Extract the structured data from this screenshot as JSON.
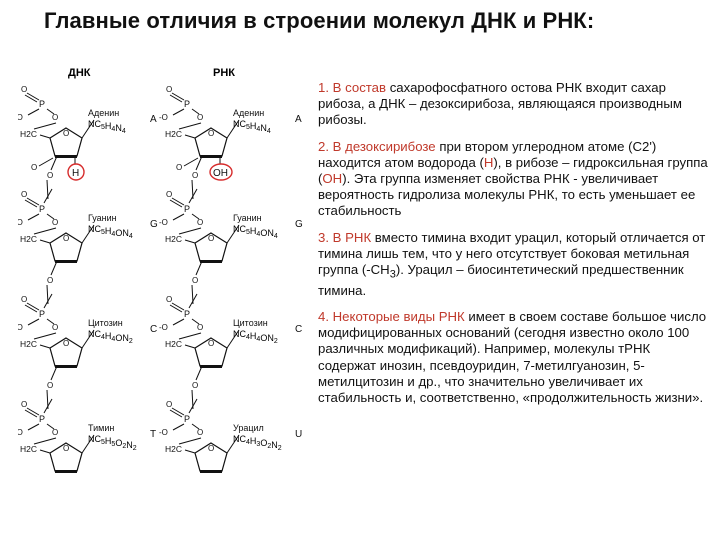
{
  "title": "Главные отличия в строении молекул ДНК и РНК:",
  "diagram": {
    "dna_header": "ДНК",
    "rna_header": "РНК",
    "dna_bases": [
      {
        "name": "Аденин",
        "formula": "NC5H4N4",
        "letter": "A"
      },
      {
        "name": "Гуанин",
        "formula": "NC5H4ON4",
        "letter": "G"
      },
      {
        "name": "Цитозин",
        "formula": "NC4H4ON2",
        "letter": "C"
      },
      {
        "name": "Тимин",
        "formula": "NC5H5O2N2",
        "letter": "T"
      }
    ],
    "rna_bases": [
      {
        "name": "Аденин",
        "formula": "NC5H4N4",
        "letter": "A"
      },
      {
        "name": "Гуанин",
        "formula": "NC5H4ON4",
        "letter": "G"
      },
      {
        "name": "Цитозин",
        "formula": "NC4H4ON2",
        "letter": "C"
      },
      {
        "name": "Урацил",
        "formula": "NC4H3O2N2",
        "letter": "U"
      }
    ],
    "dna_c2_group": "H",
    "rna_c2_group": "OH",
    "phosphate_p": "P",
    "oxygen": "O",
    "oxygen_minus": "-O",
    "ch2": "H2C"
  },
  "text": {
    "p1_num": "1. В состав",
    "p1_body": " сахарофосфатного остова РНК входит сахар рибоза, а ДНК – дезоксирибоза, являющаяся производным рибозы.",
    "p2_num": "2. В дезоксирибозе",
    "p2_a": " при втором углеродном атоме (С2') находится атом водорода (",
    "p2_h": "Н",
    "p2_b": "), в рибозе – гидроксильная группа (",
    "p2_oh": "ОН",
    "p2_c": "). Эта группа изменяет свойства РНК - увеличивает вероятность гидролиза молекулы РНК, то есть уменьшает ее стабильность",
    "p3_num": "3. В РНК",
    "p3_body": " вместо тимина входит урацил, который отличается от тимина лишь тем, что у него отсутствует боковая метильная группа (-СН",
    "p3_sub": "3",
    "p3_end": "). Урацил – биосинтетический предшественник тимина.",
    "p4_num": "4. Некоторые виды РНК",
    "p4_body": " имеет в своем составе большое число модифицированных оснований (сегодня известно около 100 различных модификаций). Например, молекулы тРНК содержат инозин, псевдоуридин, 7-метилгуанозин, 5-метилцитозин и др., что значительно увеличивает их стабильность и, соответственно, «продолжительность жизни»."
  }
}
